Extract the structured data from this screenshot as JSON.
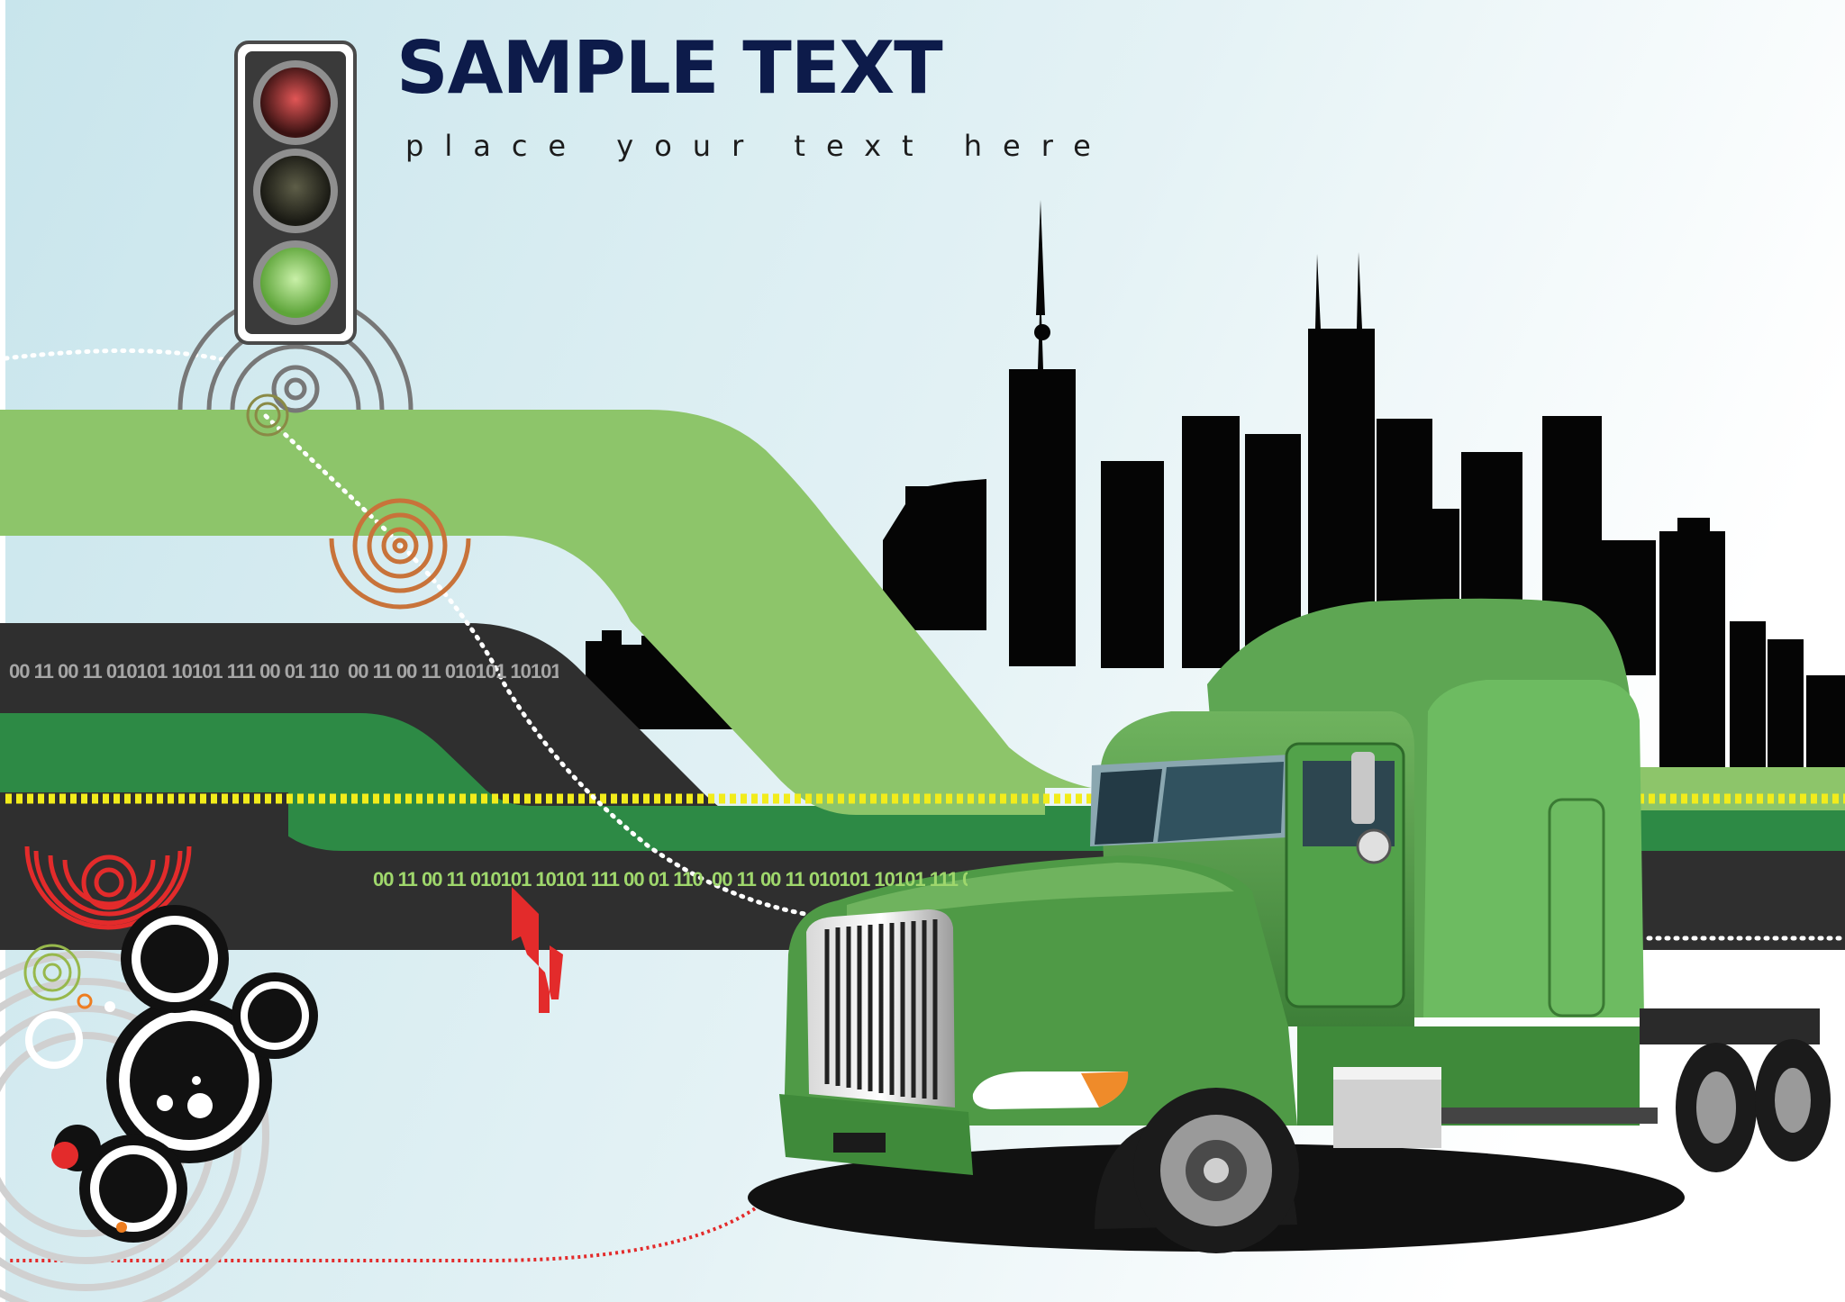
{
  "headline": {
    "title": "SAMPLE TEXT",
    "subtitle": "place your text here"
  },
  "binary_strips": {
    "upper": "00 11 00 11 010101 10101 111 00 01 110  00 11 00 11 010101 10101",
    "lower": "00 11 00 11 010101 10101 111 00 01 110  00 11 00 11 010101 10101 111 00 01 110"
  },
  "colors": {
    "sky": "#cfe9ef",
    "light_green_band": "#8dc56a",
    "dark_band": "#2f2f2f",
    "mid_green_band": "#2d8a45",
    "truck_green": "#4f9a46",
    "skyline": "#050505",
    "yellow_dash": "#f2ec1b",
    "accent_red": "#e32b2b",
    "accent_orange": "#c8733a",
    "title_navy": "#0d1b4a"
  },
  "icons": [
    "traffic-light-icon",
    "city-skyline",
    "truck-illustration",
    "red-arrow-icon"
  ]
}
